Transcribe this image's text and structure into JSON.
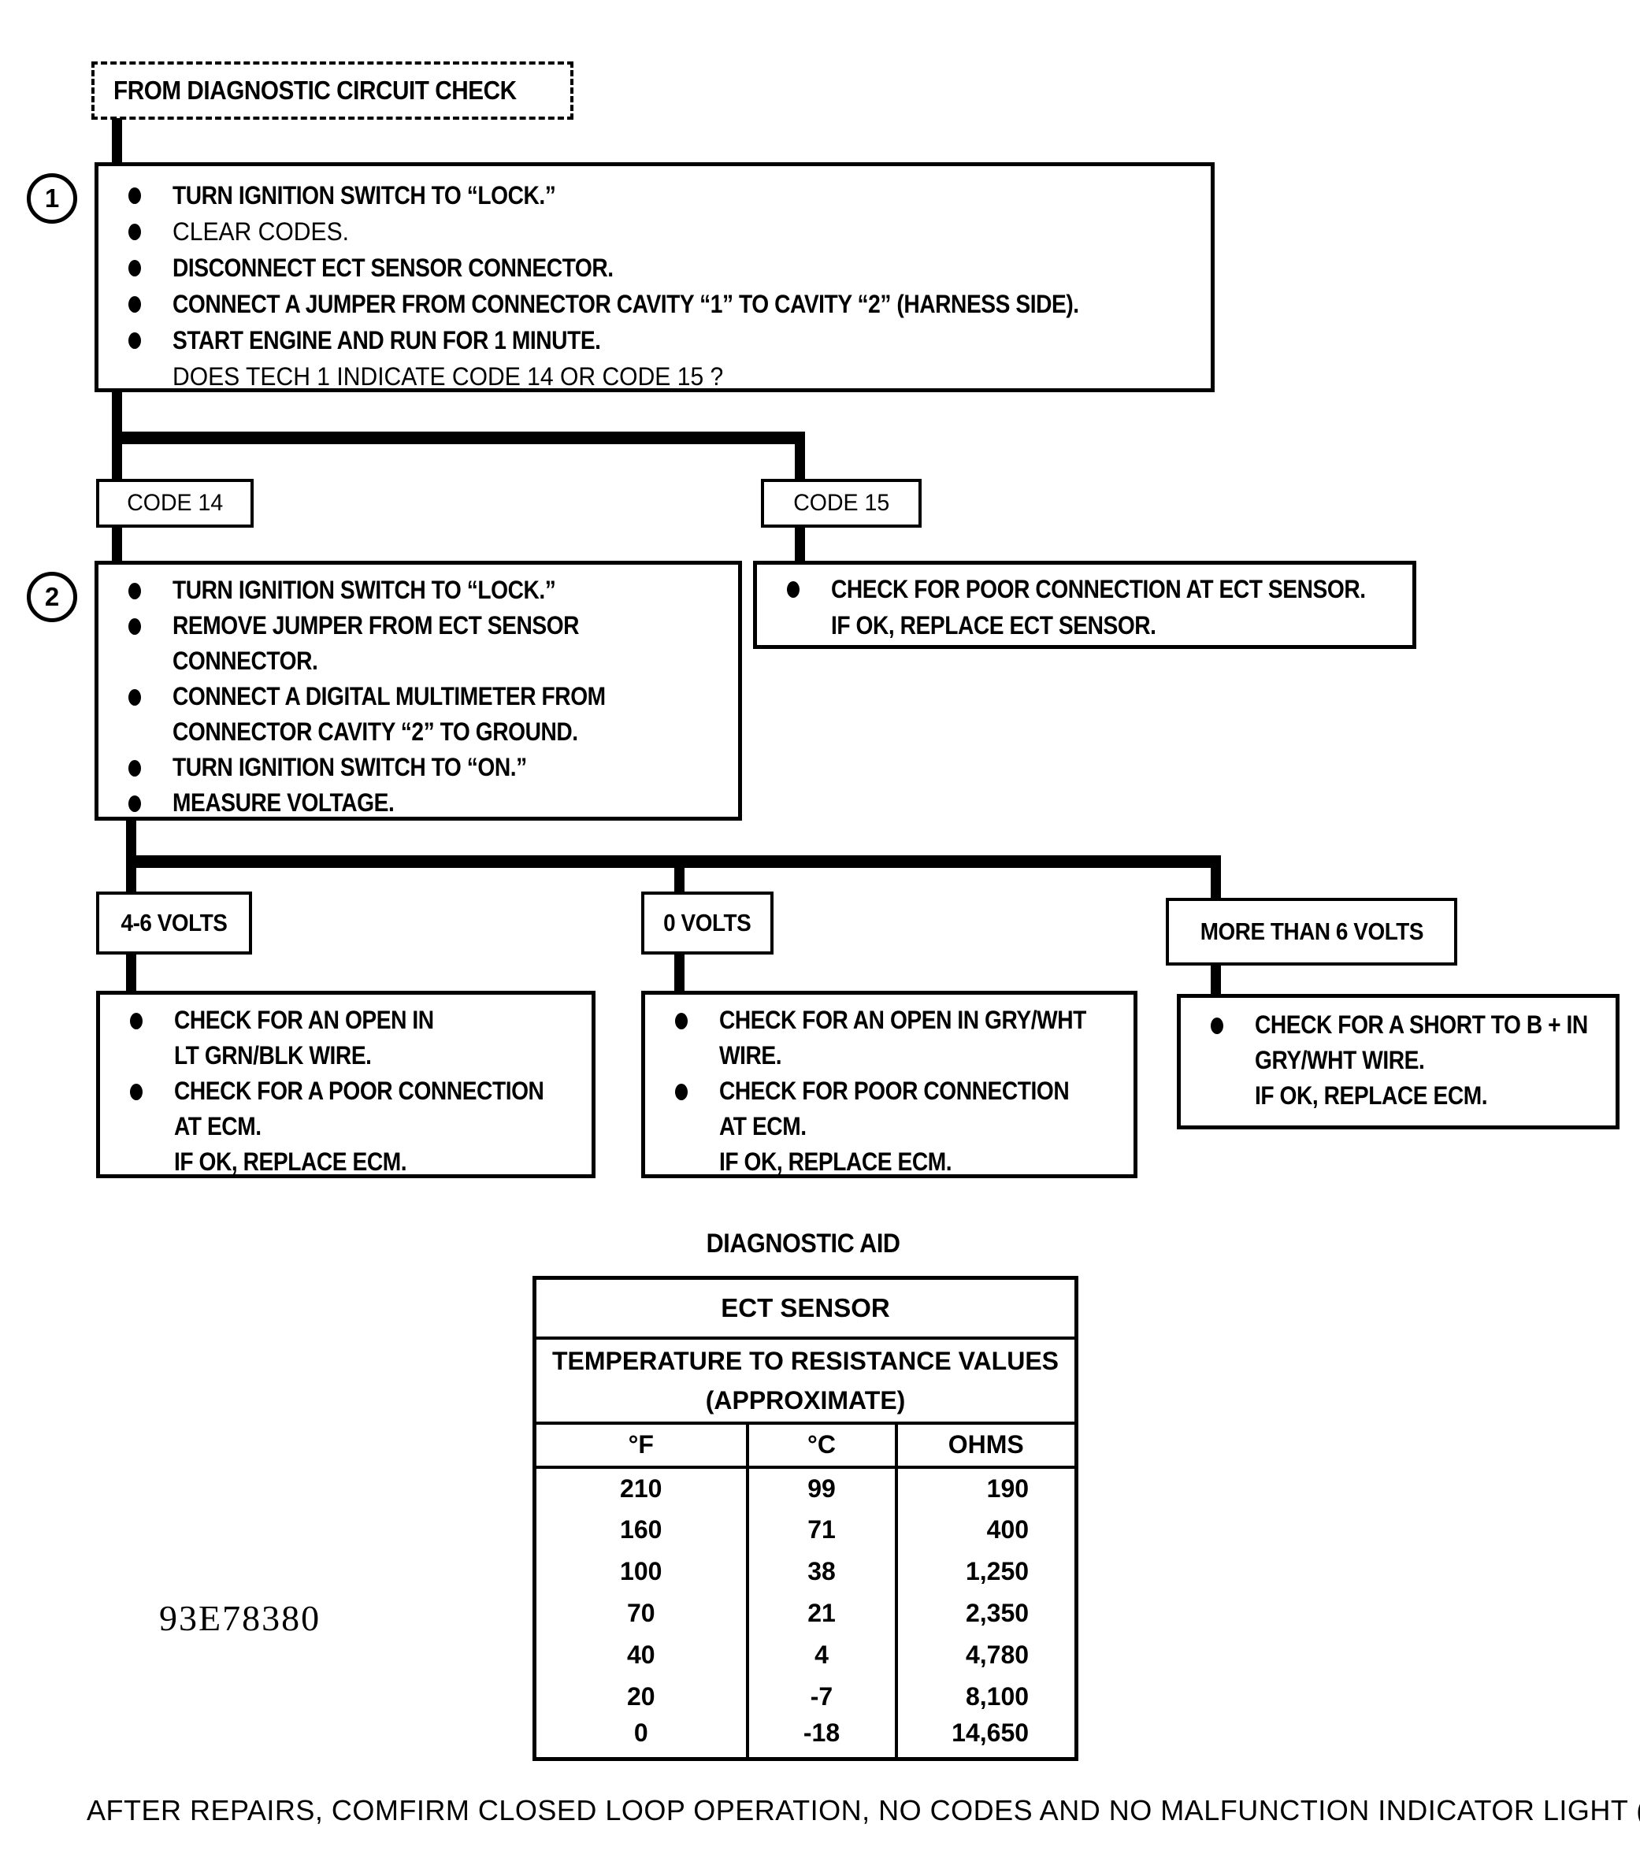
{
  "page": {
    "bg": "#ffffff",
    "ink": "#000000"
  },
  "start": {
    "label": "FROM DIAGNOSTIC CIRCUIT CHECK"
  },
  "step1": {
    "number": "1",
    "lines": [
      {
        "text": "TURN IGNITION SWITCH TO “LOCK.”",
        "bullet": true,
        "bold": true
      },
      {
        "text": "CLEAR CODES.",
        "bullet": true,
        "bold": false
      },
      {
        "text": "DISCONNECT ECT SENSOR CONNECTOR.",
        "bullet": true,
        "bold": true
      },
      {
        "text": "CONNECT A JUMPER FROM CONNECTOR CAVITY “1” TO CAVITY “2” (HARNESS SIDE).",
        "bullet": true,
        "bold": true
      },
      {
        "text": "START ENGINE AND RUN FOR 1 MINUTE.",
        "bullet": true,
        "bold": true
      },
      {
        "text": "DOES TECH 1 INDICATE CODE 14 OR CODE 15 ?",
        "bullet": false,
        "bold": false
      }
    ]
  },
  "code14": {
    "label": "CODE 14"
  },
  "code15": {
    "label": "CODE 15"
  },
  "step2": {
    "number": "2",
    "lines": [
      {
        "text": "TURN IGNITION SWITCH TO “LOCK.”",
        "bullet": true,
        "bold": true
      },
      {
        "text": "REMOVE JUMPER FROM ECT SENSOR",
        "bullet": true,
        "bold": true
      },
      {
        "text": "CONNECTOR.",
        "bullet": false,
        "bold": true
      },
      {
        "text": "CONNECT A DIGITAL MULTIMETER FROM",
        "bullet": true,
        "bold": true
      },
      {
        "text": "CONNECTOR CAVITY “2” TO GROUND.",
        "bullet": false,
        "bold": true
      },
      {
        "text": "TURN IGNITION SWITCH TO “ON.”",
        "bullet": true,
        "bold": true
      },
      {
        "text": "MEASURE VOLTAGE.",
        "bullet": true,
        "bold": true
      }
    ]
  },
  "code15_action": {
    "lines": [
      {
        "text": "CHECK FOR POOR CONNECTION AT ECT SENSOR.",
        "bullet": true,
        "bold": true
      },
      {
        "text": "IF OK, REPLACE ECT SENSOR.",
        "bullet": false,
        "bold": true
      }
    ]
  },
  "volts46": {
    "label": "4-6 VOLTS"
  },
  "volts0": {
    "label": "0 VOLTS"
  },
  "volts6plus": {
    "label": "MORE THAN 6 VOLTS"
  },
  "volts46_action": {
    "lines": [
      {
        "text": "CHECK FOR AN OPEN IN",
        "bullet": true,
        "bold": true
      },
      {
        "text": "LT GRN/BLK WIRE.",
        "bullet": false,
        "bold": true
      },
      {
        "text": "CHECK FOR A POOR CONNECTION",
        "bullet": true,
        "bold": true
      },
      {
        "text": "AT ECM.",
        "bullet": false,
        "bold": true
      },
      {
        "text": "IF OK, REPLACE ECM.",
        "bullet": false,
        "bold": true
      }
    ]
  },
  "volts0_action": {
    "lines": [
      {
        "text": "CHECK FOR AN OPEN IN GRY/WHT",
        "bullet": true,
        "bold": true
      },
      {
        "text": "WIRE.",
        "bullet": false,
        "bold": true
      },
      {
        "text": "CHECK FOR POOR CONNECTION",
        "bullet": true,
        "bold": true
      },
      {
        "text": "AT ECM.",
        "bullet": false,
        "bold": true
      },
      {
        "text": "IF OK, REPLACE ECM.",
        "bullet": false,
        "bold": true
      }
    ]
  },
  "volts6plus_action": {
    "lines": [
      {
        "text": "CHECK FOR A SHORT TO B +  IN",
        "bullet": true,
        "bold": true
      },
      {
        "text": "GRY/WHT WIRE.",
        "bullet": false,
        "bold": true
      },
      {
        "text": "IF OK, REPLACE ECM.",
        "bullet": false,
        "bold": true
      }
    ]
  },
  "diagnostic_aid": {
    "title": "DIAGNOSTIC AID",
    "table": {
      "header1": "ECT SENSOR",
      "header2": "TEMPERATURE TO RESISTANCE VALUES",
      "header3": "(APPROXIMATE)",
      "columns": [
        "°F",
        "°C",
        "OHMS"
      ],
      "rows": [
        [
          "210",
          "99",
          "190"
        ],
        [
          "160",
          "71",
          "400"
        ],
        [
          "100",
          "38",
          "1,250"
        ],
        [
          "70",
          "21",
          "2,350"
        ],
        [
          "40",
          "4",
          "4,780"
        ],
        [
          "20",
          "-7",
          "8,100"
        ],
        [
          "0",
          "-18",
          "14,650"
        ]
      ]
    }
  },
  "doc_number": "93E78380",
  "footer": "AFTER REPAIRS, COMFIRM CLOSED LOOP OPERATION, NO CODES AND NO MALFUNCTION INDICATOR LIGHT (MIL)."
}
